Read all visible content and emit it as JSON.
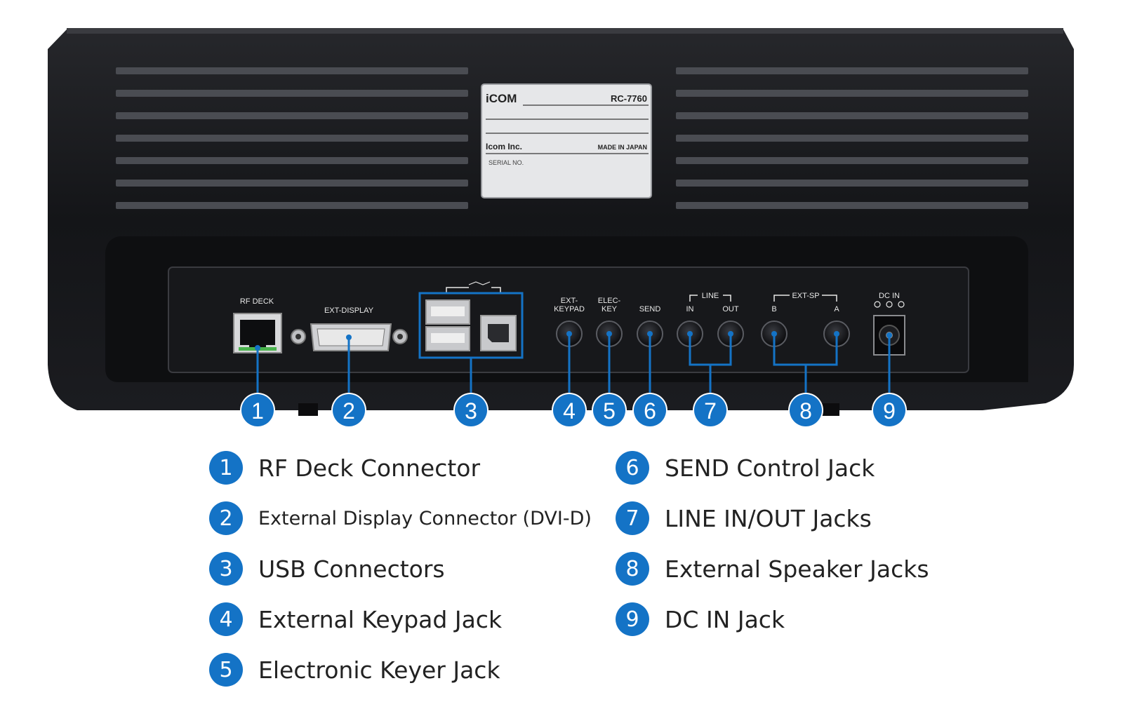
{
  "colors": {
    "accent": "#1473c6",
    "body": "#151619",
    "panel": "#121315",
    "label": "#e8e8e8",
    "legend_text": "#222222"
  },
  "nameplate": {
    "brand": "iCOM",
    "model": "RC-7760",
    "maker": "Icom Inc.",
    "origin": "MADE IN JAPAN",
    "serial": "SERIAL NO."
  },
  "panel_labels": {
    "rf_deck": "RF DECK",
    "ext_display": "EXT-DISPLAY",
    "ext_keypad_1": "EXT-",
    "ext_keypad_2": "KEYPAD",
    "elec_key_1": "ELEC-",
    "elec_key_2": "KEY",
    "send": "SEND",
    "line": "LINE",
    "line_in": "IN",
    "line_out": "OUT",
    "ext_sp": "EXT-SP",
    "ext_sp_b": "B",
    "ext_sp_a": "A",
    "dc_in": "DC IN"
  },
  "callouts": [
    "1",
    "2",
    "3",
    "4",
    "5",
    "6",
    "7",
    "8",
    "9"
  ],
  "legend": [
    {
      "num": "1",
      "text": "RF Deck Connector"
    },
    {
      "num": "2",
      "text": "External Display Connector (DVI-D)"
    },
    {
      "num": "3",
      "text": "USB Connectors"
    },
    {
      "num": "4",
      "text": "External Keypad Jack"
    },
    {
      "num": "5",
      "text": "Electronic Keyer Jack"
    },
    {
      "num": "6",
      "text": "SEND Control Jack"
    },
    {
      "num": "7",
      "text": "LINE IN/OUT Jacks"
    },
    {
      "num": "8",
      "text": "External Speaker Jacks"
    },
    {
      "num": "9",
      "text": "DC IN Jack"
    }
  ]
}
